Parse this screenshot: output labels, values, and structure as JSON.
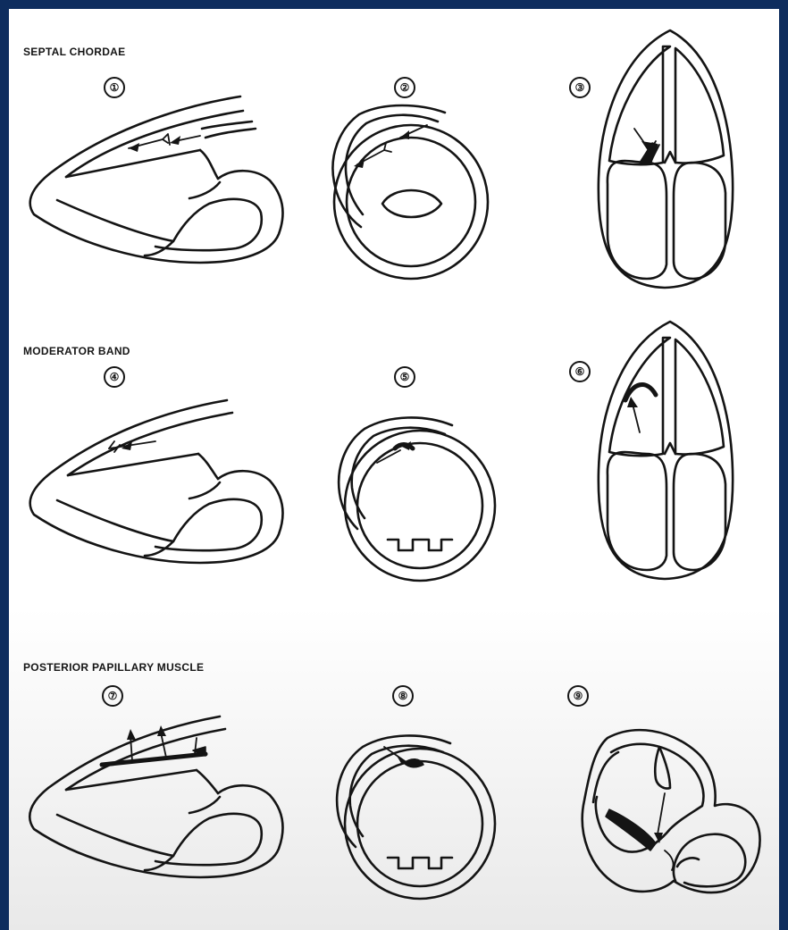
{
  "rows": [
    {
      "title": "SEPTAL CHORDAE",
      "panels": [
        "①",
        "②",
        "③"
      ]
    },
    {
      "title": "MODERATOR BAND",
      "panels": [
        "④",
        "⑤",
        "⑥"
      ]
    },
    {
      "title": "POSTERIOR PAPILLARY MUSCLE",
      "panels": [
        "⑦",
        "⑧",
        "⑨"
      ]
    }
  ]
}
